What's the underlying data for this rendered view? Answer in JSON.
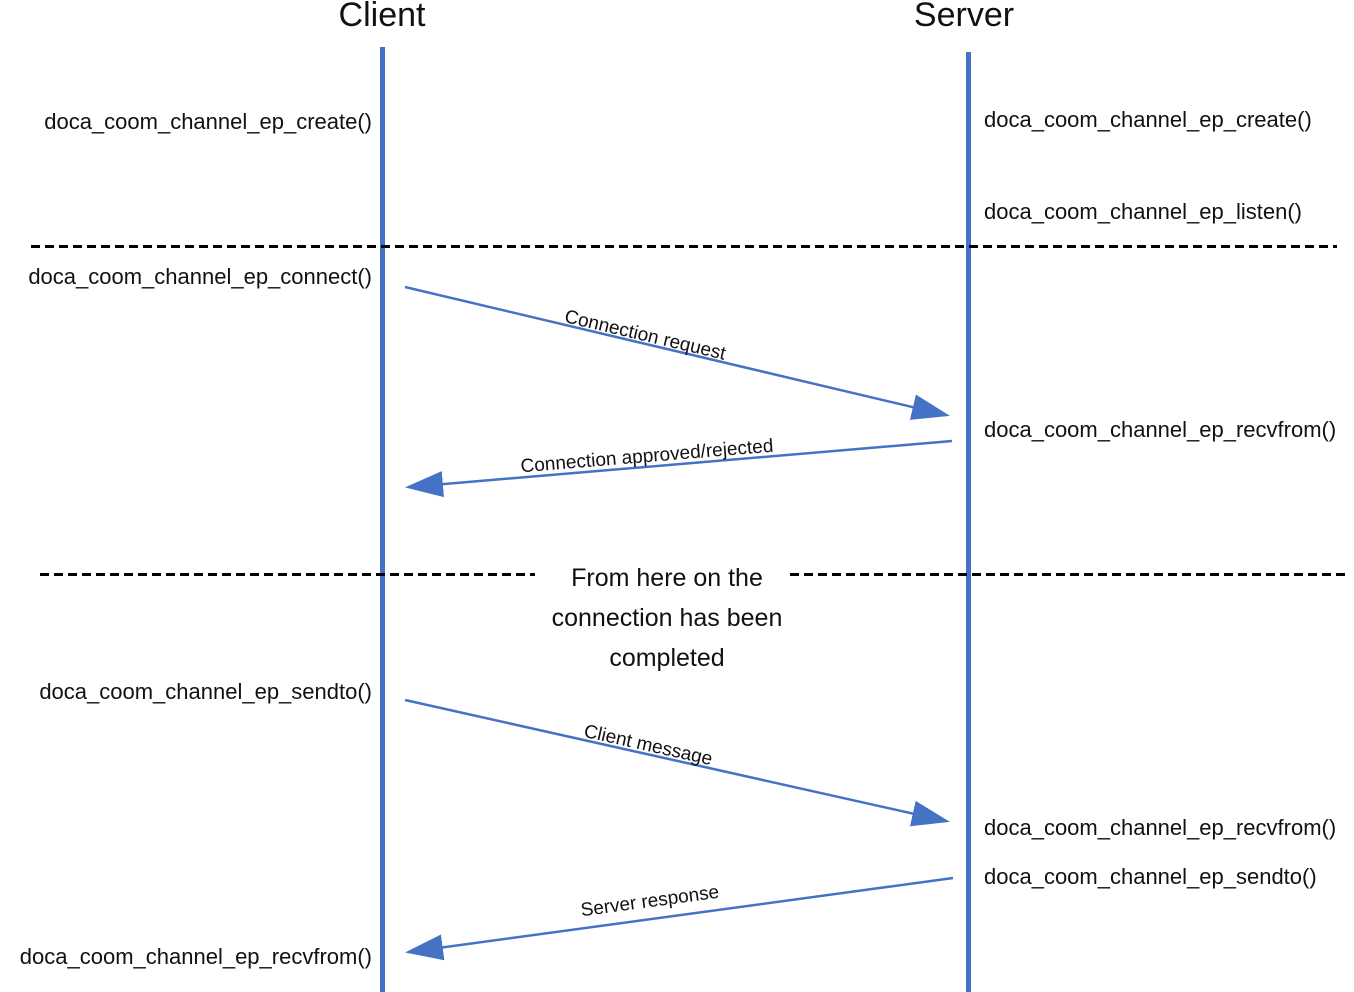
{
  "lifelines": {
    "client": {
      "title": "Client"
    },
    "server": {
      "title": "Server"
    }
  },
  "client_calls": [
    "doca_coom_channel_ep_create()",
    "doca_coom_channel_ep_connect()",
    "doca_coom_channel_ep_sendto()",
    "doca_coom_channel_ep_recvfrom()"
  ],
  "server_calls": [
    "doca_coom_channel_ep_create()",
    "doca_coom_channel_ep_listen()",
    "doca_coom_channel_ep_recvfrom()",
    "doca_coom_channel_ep_recvfrom()",
    "doca_coom_channel_ep_sendto()"
  ],
  "messages": [
    {
      "label": "Connection request",
      "from": "Client",
      "to": "Server"
    },
    {
      "label": "Connection approved/rejected",
      "from": "Server",
      "to": "Client"
    },
    {
      "label": "Client message",
      "from": "Client",
      "to": "Server"
    },
    {
      "label": "Server response",
      "from": "Server",
      "to": "Client"
    }
  ],
  "annotation_lines": [
    "From here on the",
    "connection has been",
    "completed"
  ],
  "colors": {
    "accent_blue": "#4472C4",
    "separator_black": "#000000",
    "text_black": "#111111"
  }
}
